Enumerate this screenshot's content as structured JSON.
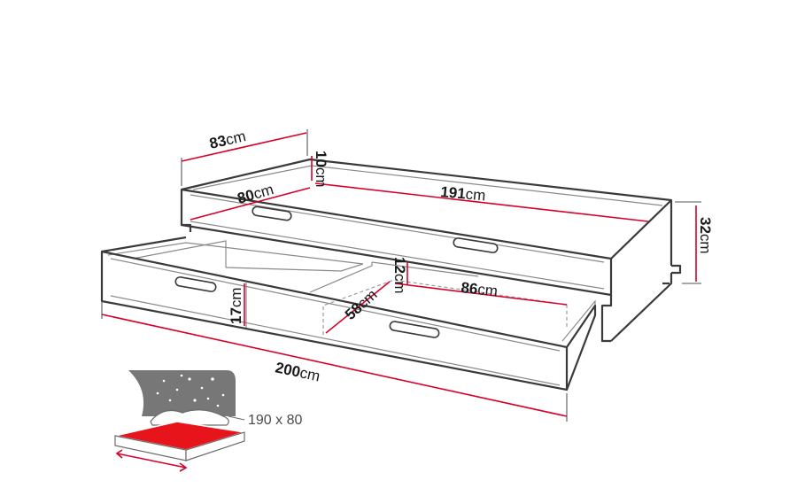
{
  "dimensions": [
    {
      "id": "depth-83",
      "value": "83",
      "unit": "cm"
    },
    {
      "id": "top-thickness-10",
      "value": "10",
      "unit": "cm"
    },
    {
      "id": "inner-width-80",
      "value": "80",
      "unit": "cm"
    },
    {
      "id": "inner-length-191",
      "value": "191",
      "unit": "cm"
    },
    {
      "id": "height-32",
      "value": "32",
      "unit": "cm"
    },
    {
      "id": "drawer-height-12",
      "value": "12",
      "unit": "cm"
    },
    {
      "id": "drawer-depth-58",
      "value": "58",
      "unit": "cm"
    },
    {
      "id": "drawer-length-86",
      "value": "86",
      "unit": "cm"
    },
    {
      "id": "drawer-height-17",
      "value": "17",
      "unit": "cm"
    },
    {
      "id": "total-length-200",
      "value": "200",
      "unit": "cm"
    }
  ],
  "mattress": {
    "size_label": "190 x 80"
  },
  "colors": {
    "dimension_line": "#d6002a",
    "outline": "#3a3a3a",
    "mattress_red": "#e8141c",
    "icon_bg": "#777777"
  },
  "icons": {
    "mattress_icon": "mattress-with-night-sky-icon"
  }
}
